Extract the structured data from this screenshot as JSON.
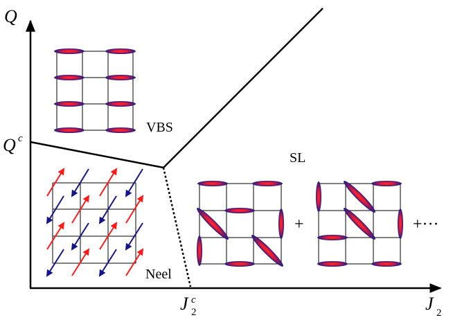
{
  "axes": {
    "y_label": "Q",
    "y_critical": "Q",
    "y_critical_sup": "c",
    "x_label": "J",
    "x_label_sub": "2",
    "x_critical": "J",
    "x_critical_sup": "c",
    "x_critical_sub": "2"
  },
  "phases": {
    "vbs": "VBS",
    "sl": "SL",
    "neel": "Neel"
  },
  "sl_series": {
    "plus": "+",
    "continuation": "+···"
  },
  "colors": {
    "bond_center": "#ff2020",
    "bond_edge": "#1a1a8a",
    "spin_up": "#ff1a1a",
    "spin_down": "#15158a"
  }
}
